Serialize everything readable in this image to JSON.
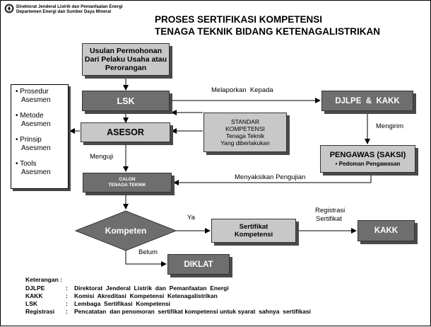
{
  "header": {
    "org_line1": "Direktorat Jenderal Listrik dan Pemanfaatan Energi",
    "org_line2": "Departemen Energi dan Sumber Daya Mineral",
    "title_line1": "PROSES SERTIFIKASI KOMPETENSI",
    "title_line2": "TENAGA TEKNIK BIDANG  KETENAGALISTRIKAN",
    "logo_icon": "esdm-emblem-icon"
  },
  "nodes": {
    "usulan": "Usulan Permohonan Dari Pelaku Usaha atau Perorangan",
    "lsk": "LSK",
    "djlpe_kakk": "DJLPE  &  KAKK",
    "asesor": "ASESOR",
    "standar": "STANDAR KOMPETENSI Tenaga Teknik Yang diberlakukan",
    "standar_line1": "STANDAR",
    "standar_line2": "KOMPETENSI",
    "standar_line3": "Tenaga Teknik",
    "standar_line4": "Yang diberlakukan",
    "pengawas_title": "PENGAWAS (SAKSI)",
    "pengawas_item": "• Pedoman Pengawasan",
    "calon_line1": "CALON",
    "calon_line2": "TENAGA TEKNIK",
    "kompeten": "Kompeten",
    "sertifikat_line1": "Sertifikat",
    "sertifikat_line2": "Kompetensi",
    "kakk": "KAKK",
    "diklat": "DIKLAT"
  },
  "side_list": [
    "• Prosedur",
    "Asesmen",
    "• Metode",
    "Asesmen",
    "• Prinsip",
    "Asesmen",
    "• Tools",
    "Asesmen"
  ],
  "edges": {
    "melaporkan": "Melaporkan  Kepada",
    "mengirim": "Mengirim",
    "menguji": "Menguji",
    "menyaksikan": "Menyaksikan Pengujian",
    "ya": "Ya",
    "registrasi_line1": "Registrasi",
    "registrasi_line2": "Sertifikat",
    "belum": "Belum"
  },
  "legend": {
    "heading": "Keterangan  :",
    "rows": [
      {
        "term": "DJLPE",
        "sep": ":",
        "desc": "Direktorat  Jenderal  Listrik  dan  Pemanfaatan  Energi"
      },
      {
        "term": "KAKK",
        "sep": ":",
        "desc": "Komisi  Akreditasi  Kompetensi  Ketenagalistrikan"
      },
      {
        "term": "LSK",
        "sep": ":",
        "desc": "Lembaga  Sertifikasi  Kompetensi"
      },
      {
        "term": "Registrasi",
        "sep": ":",
        "desc": "Pencatatan  dan penomoran  sertifikat kompetensi untuk syarat  sahnya  sertifikasi"
      }
    ]
  },
  "colors": {
    "light_box": "#c8c8c8",
    "dark_box": "#6e6e6e",
    "shadow": "#4a4a4a"
  }
}
